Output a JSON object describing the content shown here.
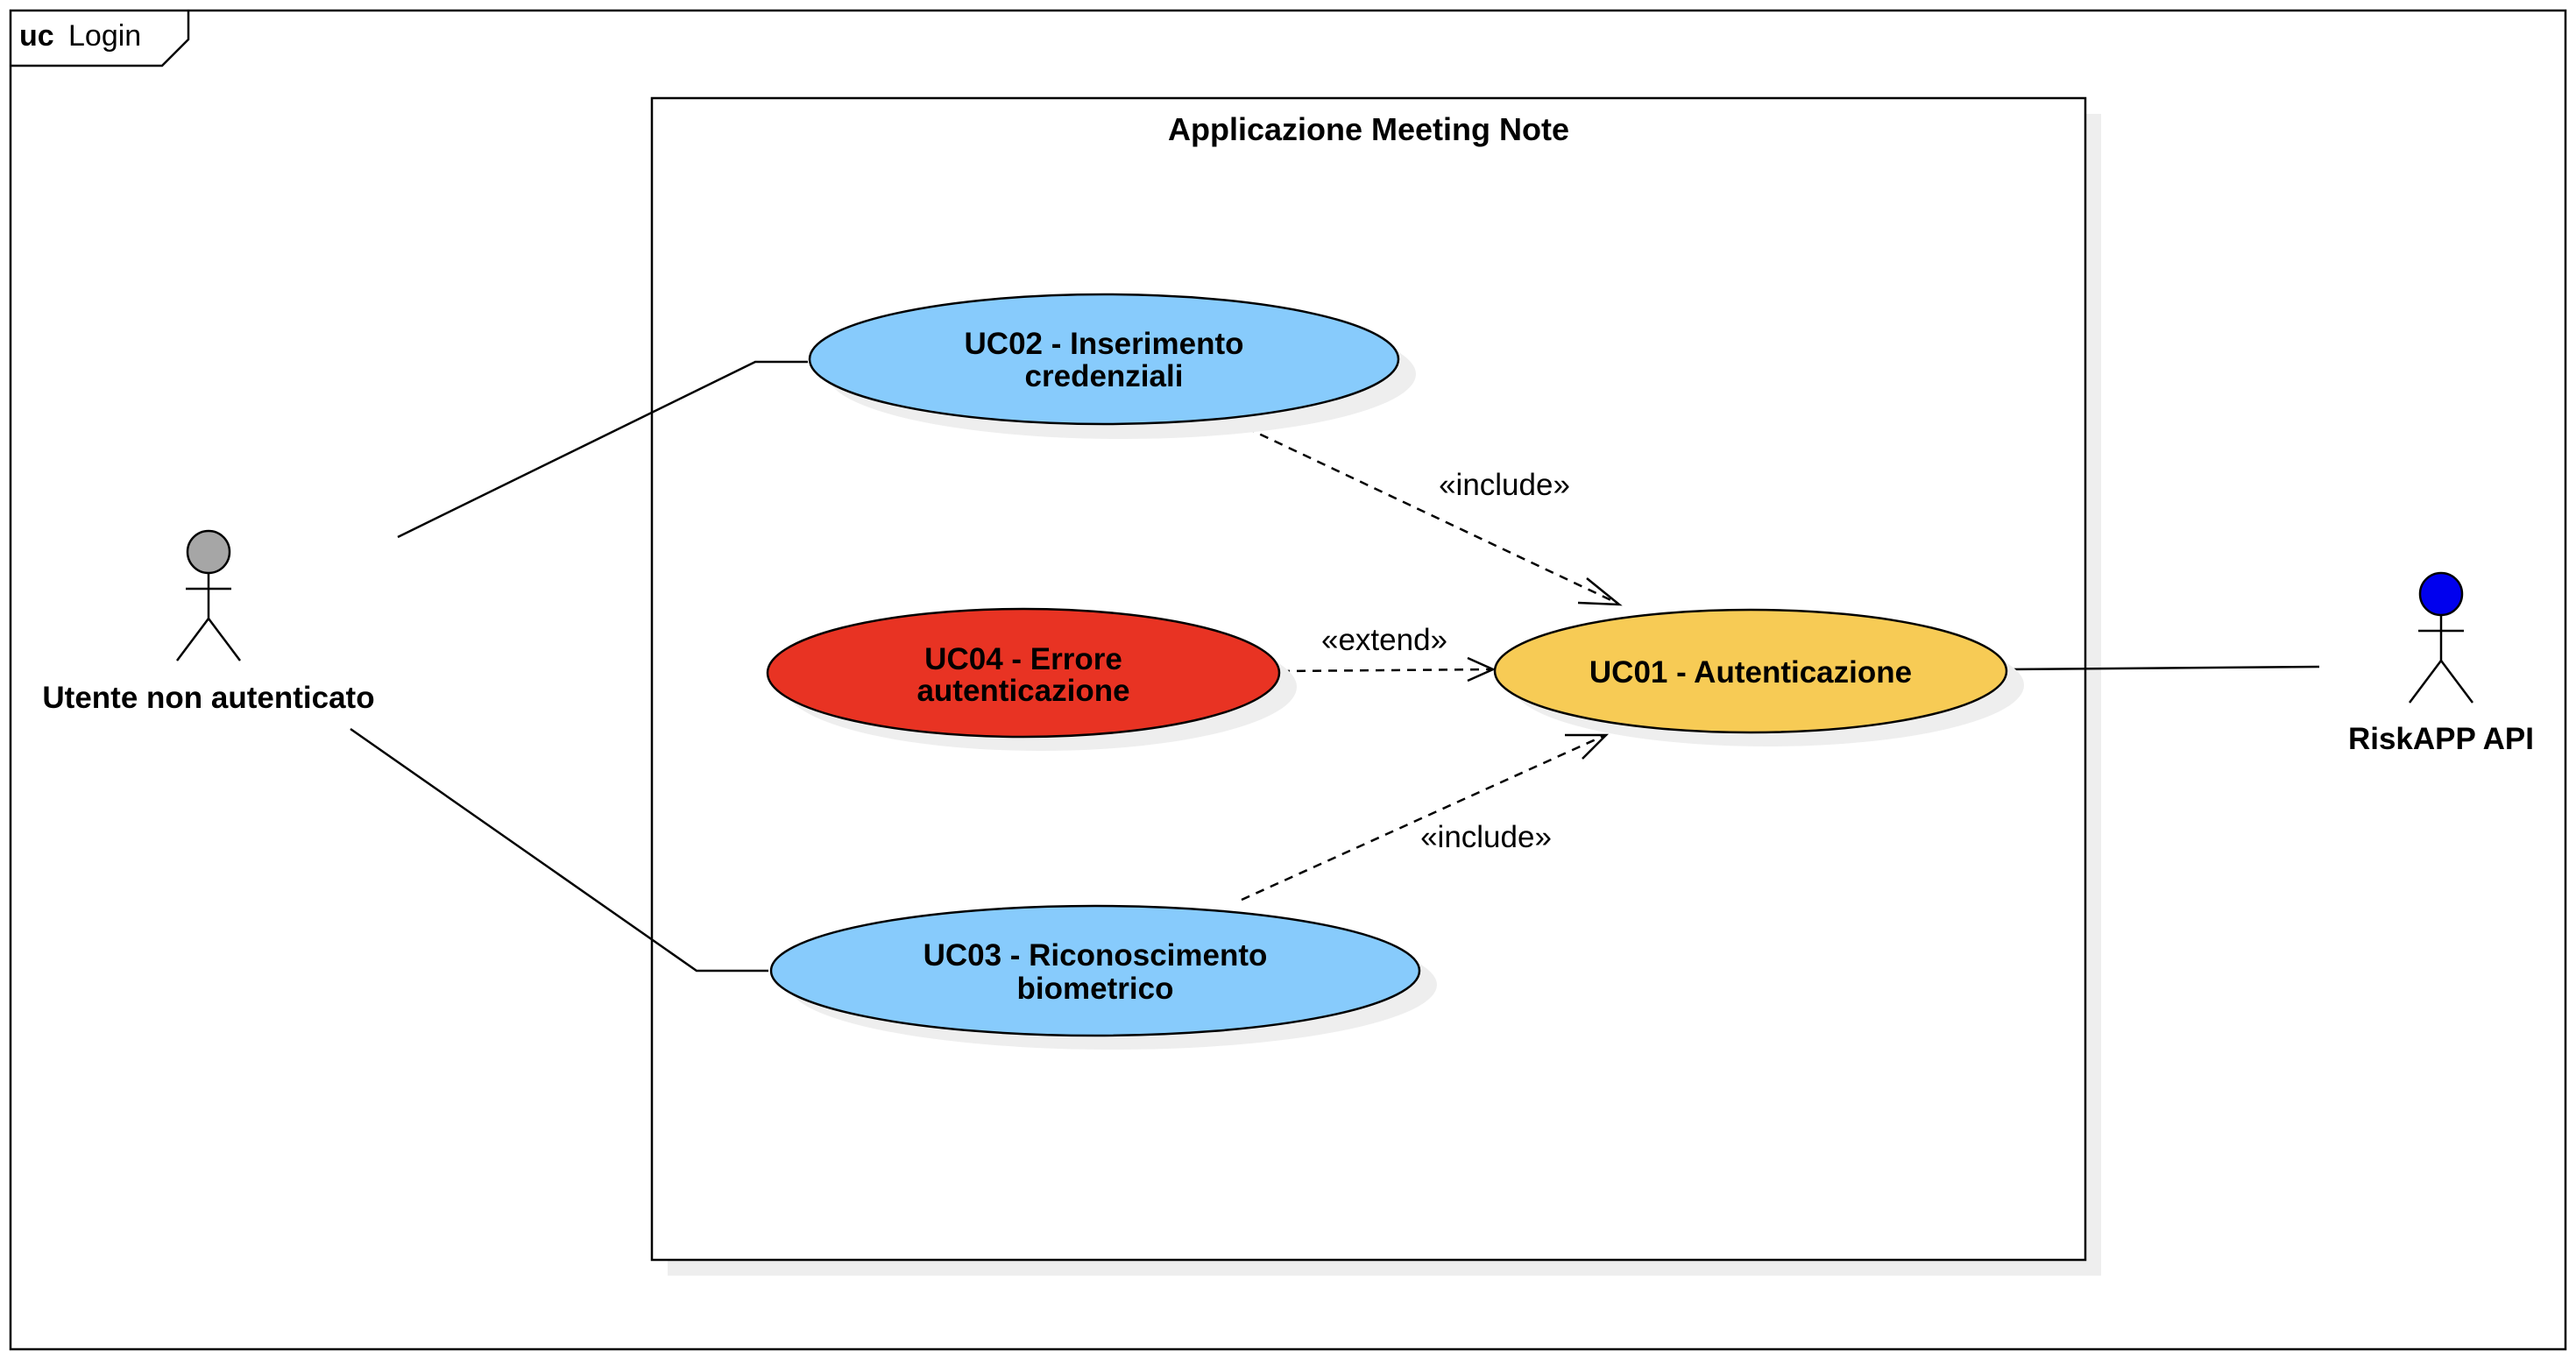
{
  "frame": {
    "keyword": "uc",
    "name": "Login"
  },
  "system": {
    "title": "Applicazione Meeting Note"
  },
  "actors": {
    "user": {
      "label": "Utente non autenticato",
      "head_color": "#a6a6a6"
    },
    "api": {
      "label": "RiskAPP API",
      "head_color": "#0000ee"
    }
  },
  "use_cases": {
    "uc01": {
      "lines": [
        "UC01 - Autenticazione"
      ],
      "color": "#f7cb55"
    },
    "uc02": {
      "lines": [
        "UC02 - Inserimento",
        "credenziali"
      ],
      "color": "#87cbfc"
    },
    "uc03": {
      "lines": [
        "UC03 - Riconoscimento",
        "biometrico"
      ],
      "color": "#87cbfc"
    },
    "uc04": {
      "lines": [
        "UC04 - Errore",
        "autenticazione"
      ],
      "color": "#e83323"
    }
  },
  "relations": {
    "uc02_uc01": "«include»",
    "uc04_uc01": "«extend»",
    "uc03_uc01": "«include»"
  }
}
